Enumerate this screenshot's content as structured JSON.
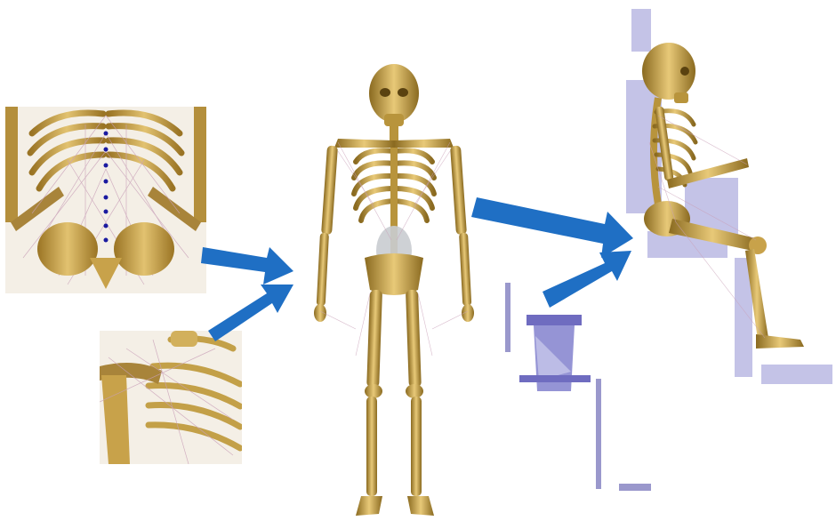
{
  "figure": {
    "panels": [
      {
        "name": "lumbar-spine-detail",
        "description_icon": "spine-back-view-icon"
      },
      {
        "name": "shoulder-detail",
        "description_icon": "shoulder-front-view-icon"
      },
      {
        "name": "full-body-standing",
        "description_icon": "skeleton-front-icon"
      },
      {
        "name": "seated-posture",
        "description_icon": "skeleton-seated-icon"
      },
      {
        "name": "seat-component",
        "description_icon": "seat-support-icon"
      }
    ],
    "colors": {
      "bone": "#c8a24a",
      "bone_dark": "#8a6a20",
      "muscle_lines": "#c9a0b8",
      "arrow": "#1f6fc4",
      "seat": "#8a88d0",
      "vertebra_dot": "#1a1aa0"
    }
  }
}
